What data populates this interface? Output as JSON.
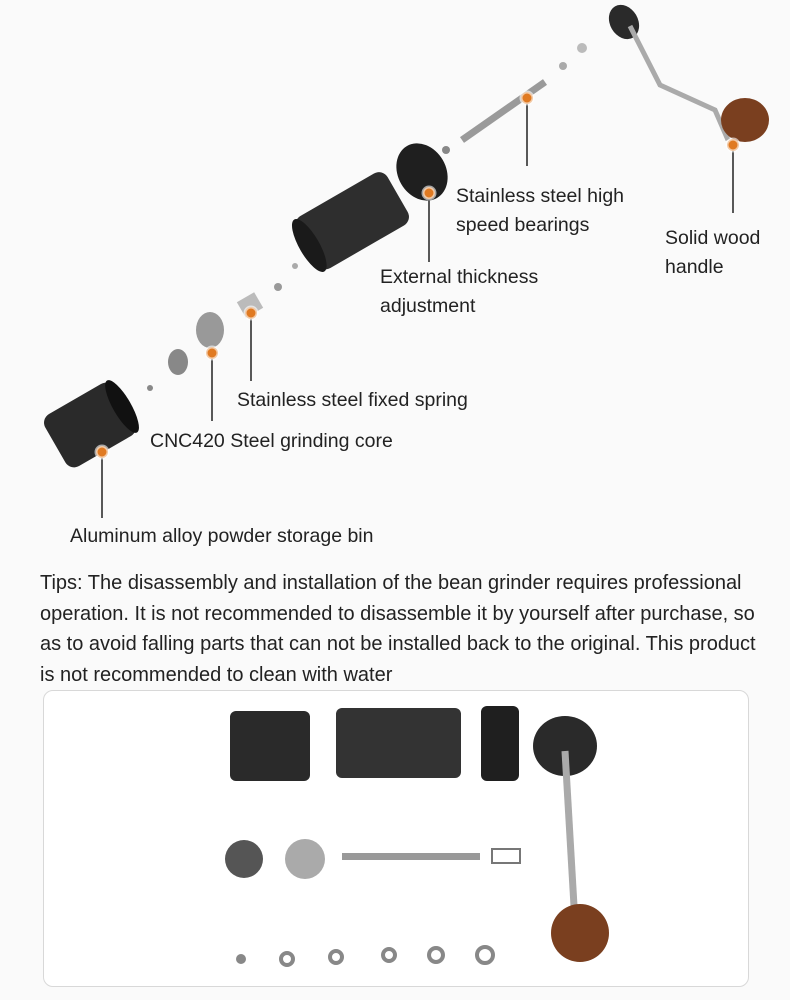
{
  "callouts": {
    "bearings": "Stainless steel high speed bearings",
    "handle": "Solid wood handle",
    "adjustment": "External thickness adjustment",
    "spring": "Stainless steel fixed spring",
    "core": "CNC420 Steel grinding core",
    "bin": "Aluminum alloy powder storage bin"
  },
  "tips": "Tips: The disassembly and installation of the bean grinder requires professional operation. It is not recommended to disassemble it by yourself after purchase, so as to avoid falling parts that can not be installed back to the original. This product is not recommended to clean with water",
  "colors": {
    "dot": "#e07a22",
    "body": "#2a2a2a",
    "wood": "#7a3f1f",
    "steel": "#b8b8b8"
  }
}
